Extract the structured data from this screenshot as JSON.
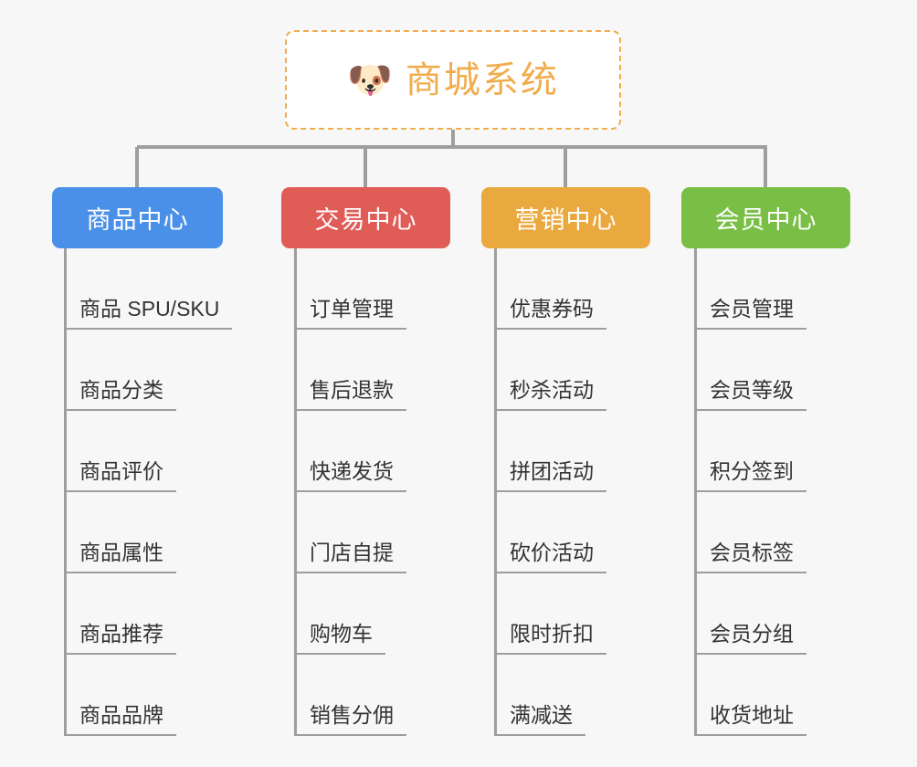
{
  "background_color": "#f7f7f7",
  "root": {
    "icon": "dog-face-emoji",
    "icon_glyph": "🐶",
    "title": "商城系统",
    "text_color": "#f0ad4e",
    "border_color": "#f0ad4e",
    "fill_color": "#ffffff"
  },
  "connector_color": "#9e9e9e",
  "columns": [
    {
      "label": "商品中心",
      "color": "#4a90e8",
      "items": [
        "商品 SPU/SKU",
        "商品分类",
        "商品评价",
        "商品属性",
        "商品推荐",
        "商品品牌"
      ]
    },
    {
      "label": "交易中心",
      "color": "#e05c57",
      "items": [
        "订单管理",
        "售后退款",
        "快递发货",
        "门店自提",
        "购物车",
        "销售分佣"
      ]
    },
    {
      "label": "营销中心",
      "color": "#eaa93e",
      "items": [
        "优惠券码",
        "秒杀活动",
        "拼团活动",
        "砍价活动",
        "限时折扣",
        "满减送"
      ]
    },
    {
      "label": "会员中心",
      "color": "#79be45",
      "items": [
        "会员管理",
        "会员等级",
        "积分签到",
        "会员标签",
        "会员分组",
        "收货地址"
      ]
    }
  ]
}
